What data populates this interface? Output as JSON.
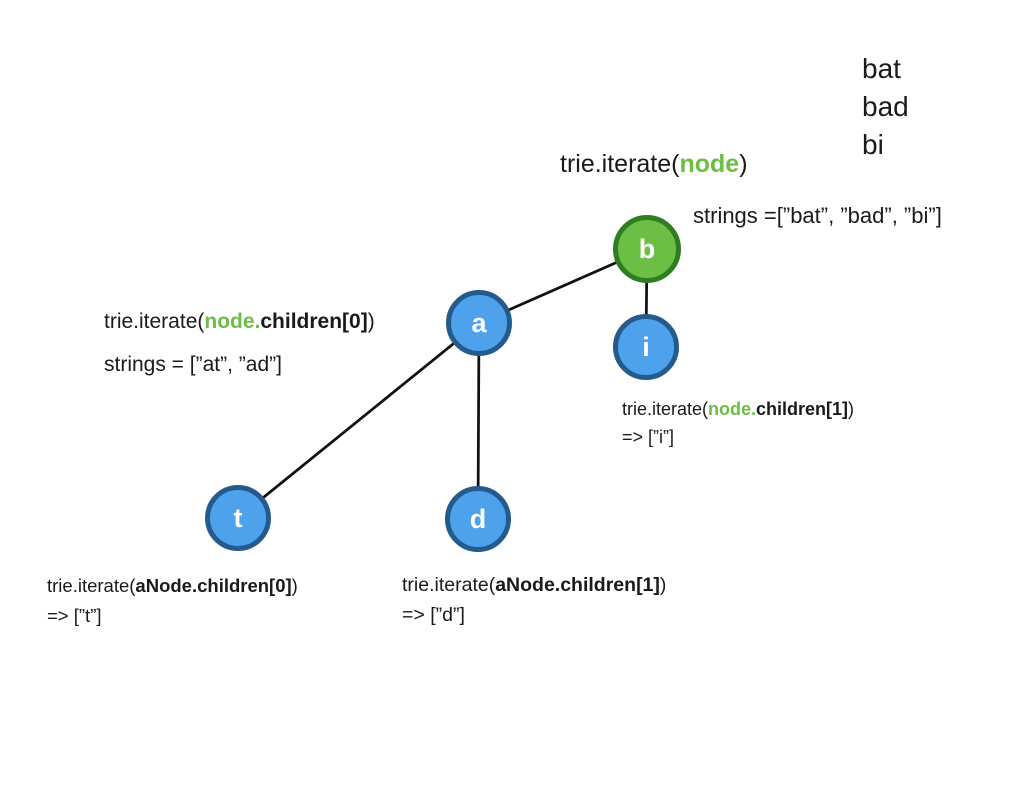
{
  "palette": {
    "green": "#6cbe45",
    "green_dark": "#2e7d22",
    "blue": "#4da2eb",
    "blue_dark": "#245b8c",
    "text": "#1a1a1a"
  },
  "word_list": [
    "bat",
    "bad",
    "bi"
  ],
  "title": {
    "segments": [
      {
        "t": "trie.iterate(",
        "s": "plain"
      },
      {
        "t": "node",
        "s": "green"
      },
      {
        "t": ")",
        "s": "plain"
      }
    ]
  },
  "annotations": {
    "root_result": "strings =[”bat”, ”bad”, ”bi”]",
    "left_call": {
      "segments": [
        {
          "t": "trie.iterate(",
          "s": "plain"
        },
        {
          "t": "node.",
          "s": "green"
        },
        {
          "t": "children[0]",
          "s": "bold"
        },
        {
          "t": ")",
          "s": "plain"
        }
      ]
    },
    "left_result": "strings = [”at”, ”ad”]",
    "right_call": {
      "segments": [
        {
          "t": "trie.iterate(",
          "s": "plain"
        },
        {
          "t": "node.",
          "s": "green"
        },
        {
          "t": "children[1]",
          "s": "bold"
        },
        {
          "t": ")",
          "s": "plain"
        }
      ]
    },
    "right_result": "=> [”i”]",
    "bottom_left_call": {
      "segments": [
        {
          "t": "trie.iterate(",
          "s": "plain"
        },
        {
          "t": "aNode.children[0]",
          "s": "bold"
        },
        {
          "t": ")",
          "s": "plain"
        }
      ]
    },
    "bottom_left_result": "=> [”t”]",
    "bottom_mid_call": {
      "segments": [
        {
          "t": "trie.iterate(",
          "s": "plain"
        },
        {
          "t": "aNode.children[1]",
          "s": "bold"
        },
        {
          "t": ")",
          "s": "plain"
        }
      ]
    },
    "bottom_mid_result": "=> [”d”]"
  },
  "tree": {
    "nodes": {
      "b": {
        "label": "b",
        "color": "green"
      },
      "i": {
        "label": "i",
        "color": "blue"
      },
      "a": {
        "label": "a",
        "color": "blue"
      },
      "t": {
        "label": "t",
        "color": "blue"
      },
      "d": {
        "label": "d",
        "color": "blue"
      }
    },
    "edges": [
      "b-a",
      "b-i",
      "a-t",
      "a-d"
    ]
  }
}
